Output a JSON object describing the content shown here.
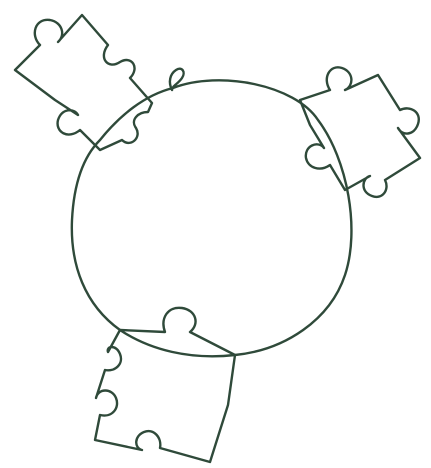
{
  "drawing": {
    "ink_color": "#2f4a3a",
    "background_color": "#ffffff",
    "shapes": [
      {
        "name": "central-circle-outline",
        "kind": "circle"
      },
      {
        "name": "puzzle-piece-top-left",
        "kind": "puzzle-piece"
      },
      {
        "name": "puzzle-piece-right",
        "kind": "puzzle-piece"
      },
      {
        "name": "puzzle-piece-bottom",
        "kind": "puzzle-piece"
      },
      {
        "name": "pen-start-loop",
        "kind": "stroke"
      }
    ]
  }
}
